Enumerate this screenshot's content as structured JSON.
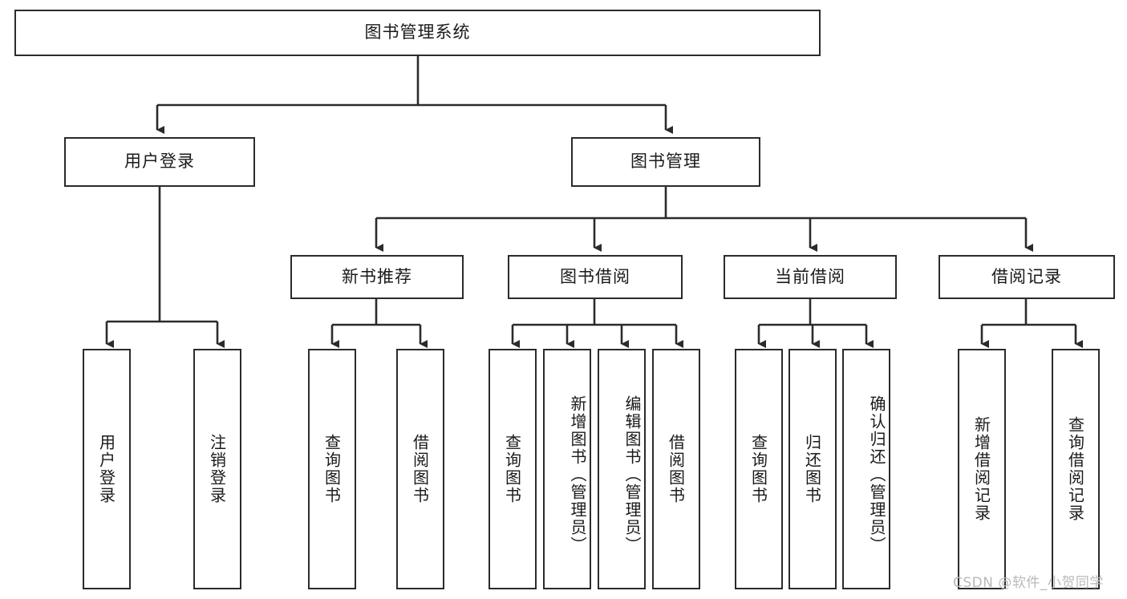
{
  "diagram": {
    "type": "hierarchy-tree",
    "title": "图书管理系统",
    "watermark": "CSDN @软件_小贺同学",
    "colors": {
      "stroke": "#2b2b2b",
      "background": "#ffffff",
      "text": "#1a1a1a",
      "watermark": "#b9b9b9"
    },
    "nodes": {
      "root": {
        "label": "图书管理系统",
        "level": 1
      },
      "user_login": {
        "label": "用户登录",
        "level": 2
      },
      "book_manage": {
        "label": "图书管理",
        "level": 2
      },
      "new_book_rec": {
        "label": "新书推荐",
        "level": 3
      },
      "book_borrow": {
        "label": "图书借阅",
        "level": 3
      },
      "current_borrow": {
        "label": "当前借阅",
        "level": 3
      },
      "borrow_record": {
        "label": "借阅记录",
        "level": 3
      },
      "leaf_user_login": {
        "label": "用户登录",
        "level": 3
      },
      "leaf_logout": {
        "label": "注销登录",
        "level": 3
      },
      "leaf_query_book_1": {
        "label": "查询图书",
        "level": 4
      },
      "leaf_borrow_book_1": {
        "label": "借阅图书",
        "level": 4
      },
      "leaf_query_book_2": {
        "label": "查询图书",
        "level": 4
      },
      "leaf_add_book": {
        "label": "新增图书（管理员）",
        "level": 4
      },
      "leaf_edit_book": {
        "label": "编辑图书（管理员）",
        "level": 4
      },
      "leaf_borrow_book_2": {
        "label": "借阅图书",
        "level": 4
      },
      "leaf_query_book_3": {
        "label": "查询图书",
        "level": 4
      },
      "leaf_return_book": {
        "label": "归还图书",
        "level": 4
      },
      "leaf_confirm_return": {
        "label": "确认归还（管理员）",
        "level": 4
      },
      "leaf_add_record": {
        "label": "新增借阅记录",
        "level": 4
      },
      "leaf_query_record": {
        "label": "查询借阅记录",
        "level": 4
      }
    },
    "edges": [
      {
        "from": "root",
        "to": "user_login"
      },
      {
        "from": "root",
        "to": "book_manage"
      },
      {
        "from": "user_login",
        "to": "leaf_user_login"
      },
      {
        "from": "user_login",
        "to": "leaf_logout"
      },
      {
        "from": "book_manage",
        "to": "new_book_rec"
      },
      {
        "from": "book_manage",
        "to": "book_borrow"
      },
      {
        "from": "book_manage",
        "to": "current_borrow"
      },
      {
        "from": "book_manage",
        "to": "borrow_record"
      },
      {
        "from": "new_book_rec",
        "to": "leaf_query_book_1"
      },
      {
        "from": "new_book_rec",
        "to": "leaf_borrow_book_1"
      },
      {
        "from": "book_borrow",
        "to": "leaf_query_book_2"
      },
      {
        "from": "book_borrow",
        "to": "leaf_add_book"
      },
      {
        "from": "book_borrow",
        "to": "leaf_edit_book"
      },
      {
        "from": "book_borrow",
        "to": "leaf_borrow_book_2"
      },
      {
        "from": "current_borrow",
        "to": "leaf_query_book_3"
      },
      {
        "from": "current_borrow",
        "to": "leaf_return_book"
      },
      {
        "from": "current_borrow",
        "to": "leaf_confirm_return"
      },
      {
        "from": "borrow_record",
        "to": "leaf_add_record"
      },
      {
        "from": "borrow_record",
        "to": "leaf_query_record"
      }
    ]
  }
}
